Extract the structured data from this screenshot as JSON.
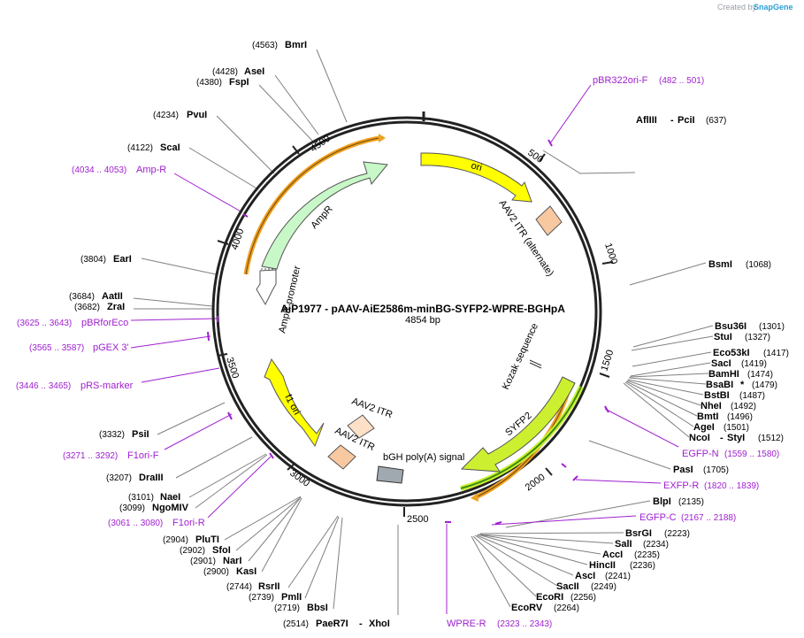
{
  "credit": {
    "prefix": "Created by",
    "brand": "SnapGene"
  },
  "plasmid": {
    "name": "AiP1977 - pAAV-AiE2586m-minBG-SYFP2-WPRE-BGHpA",
    "size": "4854 bp"
  },
  "ticks": [
    "500",
    "1000",
    "1500",
    "2000",
    "2500",
    "3000",
    "3500",
    "4000",
    "4500"
  ],
  "enzymes": {
    "bmri": {
      "name": "BmrI",
      "pos": "(4563)"
    },
    "asei": {
      "name": "AseI",
      "pos": "(4428)"
    },
    "fspi": {
      "name": "FspI",
      "pos": "(4380)"
    },
    "pvui": {
      "name": "PvuI",
      "pos": "(4234)"
    },
    "scai": {
      "name": "ScaI",
      "pos": "(4122)"
    },
    "eari": {
      "name": "EarI",
      "pos": "(3804)"
    },
    "aatii": {
      "name": "AatII",
      "pos": "(3684)"
    },
    "zrai": {
      "name": "ZraI",
      "pos": "(3682)"
    },
    "psii": {
      "name": "PsiI",
      "pos": "(3332)"
    },
    "draiii": {
      "name": "DraIII",
      "pos": "(3207)"
    },
    "naei": {
      "name": "NaeI",
      "pos": "(3101)"
    },
    "ngomiv": {
      "name": "NgoMIV",
      "pos": "(3099)"
    },
    "pluti": {
      "name": "PluTI",
      "pos": "(2904)"
    },
    "sfoi": {
      "name": "SfoI",
      "pos": "(2902)"
    },
    "nari": {
      "name": "NarI",
      "pos": "(2901)"
    },
    "kasi": {
      "name": "KasI",
      "pos": "(2900)"
    },
    "rsrii": {
      "name": "RsrII",
      "pos": "(2744)"
    },
    "pmli": {
      "name": "PmlI",
      "pos": "(2739)"
    },
    "bbsi": {
      "name": "BbsI",
      "pos": "(2719)"
    },
    "paer7i": {
      "name": "PaeR7I",
      "pos": "(2514)"
    },
    "xhoi": {
      "name": "XhoI"
    },
    "afliii": {
      "name": "AflIII",
      "sep": "-",
      "name2": "PciI",
      "pos": "(637)"
    },
    "bsmi": {
      "name": "BsmI",
      "pos": "(1068)"
    },
    "bsu36i": {
      "name": "Bsu36I",
      "pos": "(1301)"
    },
    "stui": {
      "name": "StuI",
      "pos": "(1327)"
    },
    "eco53ki": {
      "name": "Eco53kI",
      "pos": "(1417)"
    },
    "saci": {
      "name": "SacI",
      "pos": "(1419)"
    },
    "bamhi": {
      "name": "BamHI",
      "pos": "(1474)"
    },
    "bsabi": {
      "name": "BsaBI",
      "star": "*",
      "pos": "(1479)"
    },
    "bstbi": {
      "name": "BstBI",
      "pos": "(1487)"
    },
    "nhei": {
      "name": "NheI",
      "pos": "(1492)"
    },
    "bmti": {
      "name": "BmtI",
      "pos": "(1496)"
    },
    "agei": {
      "name": "AgeI",
      "pos": "(1501)"
    },
    "ncoi": {
      "name": "NcoI",
      "sep": "-",
      "name2": "StyI",
      "pos": "(1512)"
    },
    "pasi": {
      "name": "PasI",
      "pos": "(1705)"
    },
    "blpi": {
      "name": "BlpI",
      "pos": "(2135)"
    },
    "bsrgi": {
      "name": "BsrGI",
      "pos": "(2223)"
    },
    "sali": {
      "name": "SalI",
      "pos": "(2234)"
    },
    "acci": {
      "name": "AccI",
      "pos": "(2235)"
    },
    "hincii": {
      "name": "HincII",
      "pos": "(2236)"
    },
    "asci": {
      "name": "AscI",
      "pos": "(2241)"
    },
    "sacii": {
      "name": "SacII",
      "pos": "(2249)"
    },
    "ecori": {
      "name": "EcoRI",
      "pos": "(2256)"
    },
    "ecorv": {
      "name": "EcoRV",
      "pos": "(2264)"
    }
  },
  "primers": {
    "pbr322": {
      "name": "pBR322ori-F",
      "pos": "(482 .. 501)"
    },
    "ampr": {
      "name": "Amp-R",
      "pos": "(4034 .. 4053)"
    },
    "pbrforeco": {
      "name": "pBRforEco",
      "pos": "(3625 .. 3643)"
    },
    "pgex3": {
      "name": "pGEX 3'",
      "pos": "(3565 .. 3587)"
    },
    "prsmarker": {
      "name": "pRS-marker",
      "pos": "(3446 .. 3465)"
    },
    "f1orif": {
      "name": "F1ori-F",
      "pos": "(3271 .. 3292)"
    },
    "f1orir": {
      "name": "F1ori-R",
      "pos": "(3061 .. 3080)"
    },
    "egfpn": {
      "name": "EGFP-N",
      "pos": "(1559 .. 1580)"
    },
    "exfpr": {
      "name": "EXFP-R",
      "pos": "(1820 .. 1839)"
    },
    "egfpc": {
      "name": "EGFP-C",
      "pos": "(2167 .. 2188)"
    },
    "wprer": {
      "name": "WPRE-R",
      "pos": "(2323 .. 2343)"
    }
  },
  "features": {
    "ori": "ori",
    "itr_alt": "AAV2 ITR (alternate)",
    "kozak": "Kozak sequence",
    "sypf2": "SYFP2",
    "bgh": "bGH poly(A) signal",
    "itr1": "AAV2 ITR",
    "itr2": "AAV2 ITR",
    "f1ori": "f1 ori",
    "ampr": "AmpR",
    "amprprom": "AmpR promoter"
  },
  "colors": {
    "ori": "#ffff00",
    "itr": "#f8c8a0",
    "ampr": "#c8f8c8",
    "syfp2": "#ccf030",
    "orf_outer": "#f0a020",
    "orf_inner": "#3a8a10",
    "bgh": "#a0a8b0",
    "primer": "#a020d0",
    "enzyme_line": "#808080"
  }
}
